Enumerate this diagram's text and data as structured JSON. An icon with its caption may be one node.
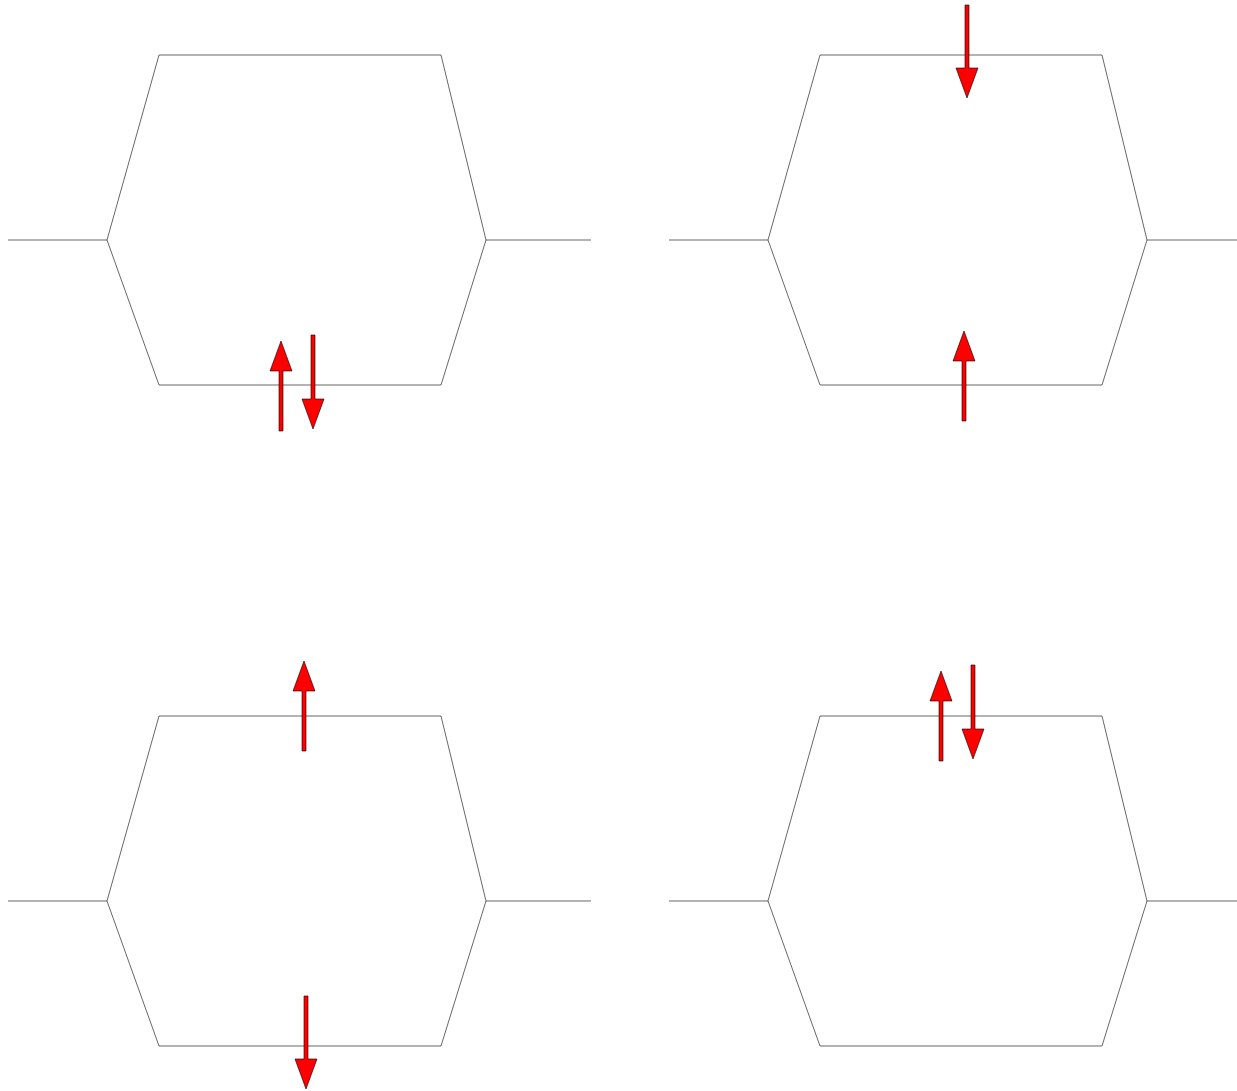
{
  "diagram": {
    "nodes": [
      {
        "text": [],
        "shape": "hexagon"
      },
      {
        "text": [],
        "shape": "hexagon"
      },
      {
        "text": [],
        "shape": "hexagon"
      },
      {
        "text": [],
        "shape": "hexagon"
      }
    ]
  }
}
